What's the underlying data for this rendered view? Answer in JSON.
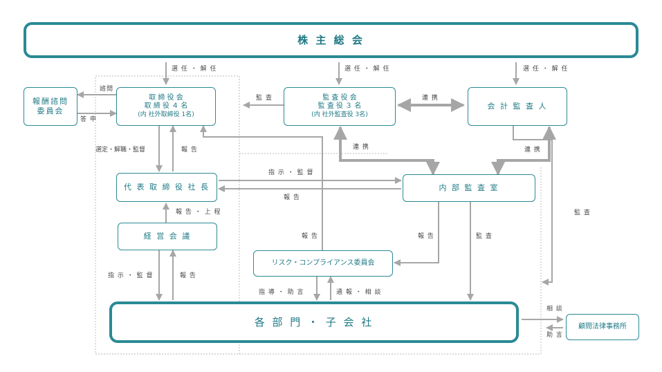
{
  "nodes": {
    "shareholders": "株 主 総 会",
    "board": [
      "取 締 役 会",
      "取 締 役 ４ 名",
      "(内 社外取締役 1名)"
    ],
    "remuneration": [
      "報酬諮問",
      "委員会"
    ],
    "auditors": [
      "監 査 役 会",
      "監 査 役 ３ 名",
      "(内 社外監査役 3名)"
    ],
    "accounting_auditor": "会 計 監 査 人",
    "president": "代 表 取 締 役 社 長",
    "internal_audit": "内 部 監 査 室",
    "management_meeting": "経 営 会 議",
    "risk_committee": "リスク・コンプライアンス委員会",
    "departments": "各 部 門 ・ 子 会 社",
    "legal_firm": "顧問法律事務所"
  },
  "labels": {
    "elect_board": "選 任 ・ 解 任",
    "elect_auditors": "選 任 ・ 解 任",
    "elect_accounting": "選 任 ・ 解 任",
    "consult": "諮問",
    "answer": "答 申",
    "audit_board": "監 査",
    "coordinate_top": "連 携",
    "coordinate_left": "連 携",
    "coordinate_right": "連 携",
    "appoint": "選定・解職・監督",
    "report_president": "報 告",
    "instruct_audit": "指 示 ・ 監 督",
    "report_audit": "報 告",
    "report_mgmt": "報 告 ・ 上 程",
    "audit_right": "監 査",
    "report_risk": "報 告",
    "report_internal": "報 告",
    "audit_internal": "監 査",
    "instruct_mgmt": "指 示 ・ 監 督",
    "report_mgmt_dept": "報 告",
    "guide": "指 導 ・ 助 言",
    "notify": "通 報 ・ 相 談",
    "legal_consult": "相 談",
    "legal_advice": "助 言"
  },
  "colors": {
    "accent": "#2a8a95",
    "arrow": "#a6a6a6",
    "dotted": "#c8c8c8"
  }
}
